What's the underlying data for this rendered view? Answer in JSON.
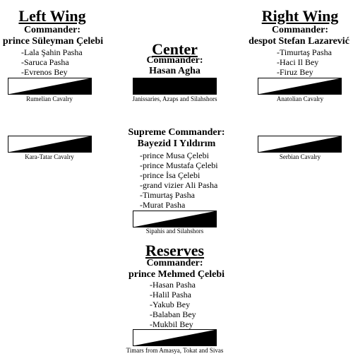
{
  "left_wing": {
    "title": "Left Wing",
    "commander_label": "Commander:",
    "commander": "prince Süleyman Çelebi",
    "subordinates": [
      "-Lala Şahin Pasha",
      "-Saruca Pasha",
      "-Evrenos Bey"
    ],
    "units": [
      "Rumelian Cavalry",
      "Kara-Tatar Cavalry"
    ]
  },
  "center": {
    "title": "Center",
    "commander_label": "Commander:",
    "commander": "Hasan Agha",
    "unit": "Janissaries, Azaps and Silahshors"
  },
  "right_wing": {
    "title": "Right Wing",
    "commander_label": "Commander:",
    "commander": "despot Stefan Lazarević",
    "subordinates": [
      "-Timurtaş Pasha",
      "-Haci Il Bey",
      "-Firuz Bey"
    ],
    "units": [
      "Anatolian Cavalry",
      "Serbian Cavalry"
    ]
  },
  "supreme": {
    "commander_label": "Supreme Commander:",
    "commander": "Bayezid I Yıldırım",
    "subordinates": [
      "-prince Musa Çelebi",
      "-prince Mustafa Çelebi",
      "-prince İsa Çelebi",
      "-grand vizier Ali Pasha",
      "-Timurtaş Pasha",
      "-Murat Pasha"
    ],
    "unit": "Sipahis and Silahshors"
  },
  "reserves": {
    "title": "Reserves",
    "commander_label": "Commander:",
    "commander": "prince Mehmed Çelebi",
    "subordinates": [
      "-Hasan Pasha",
      "-Halil Pasha",
      "-Yakub Bey",
      "-Balaban Bey",
      "-Mukbil Bey"
    ],
    "unit": "Timars from Amasya, Tokat and Sivas"
  },
  "symbols": {
    "cavalry": "diagonal-half-filled-rectangle",
    "infantry": "solid-filled-rectangle"
  }
}
